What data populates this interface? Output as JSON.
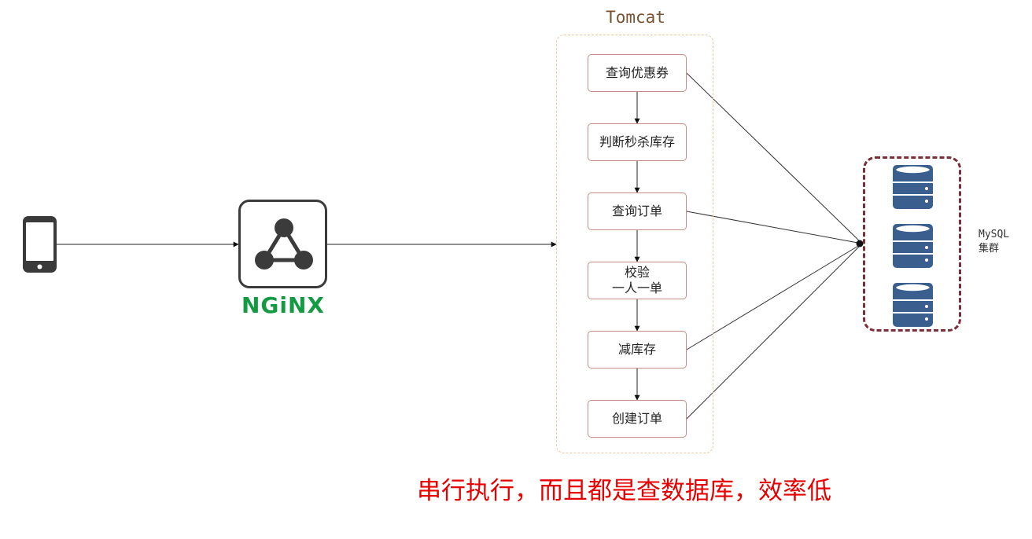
{
  "tomcat": {
    "label": "Tomcat",
    "steps": [
      {
        "label": "查询优惠券"
      },
      {
        "label": "判断秒杀库存"
      },
      {
        "label": "查询订单"
      },
      {
        "label": "校验\n一人一单"
      },
      {
        "label": "减库存"
      },
      {
        "label": "创建订单"
      }
    ]
  },
  "nginx": {
    "logo_text": "NGiNX"
  },
  "mysql": {
    "label": "MySQL\n集群"
  },
  "caption": "串行执行，而且都是查数据库，效率低",
  "colors": {
    "caption": "#e60000",
    "nginx_green": "#139a43",
    "db_blue": "#3a5f8f",
    "cluster_border": "#7a2e38",
    "tomcat_border": "#e8c9a4",
    "step_border": "#c98a8a"
  }
}
